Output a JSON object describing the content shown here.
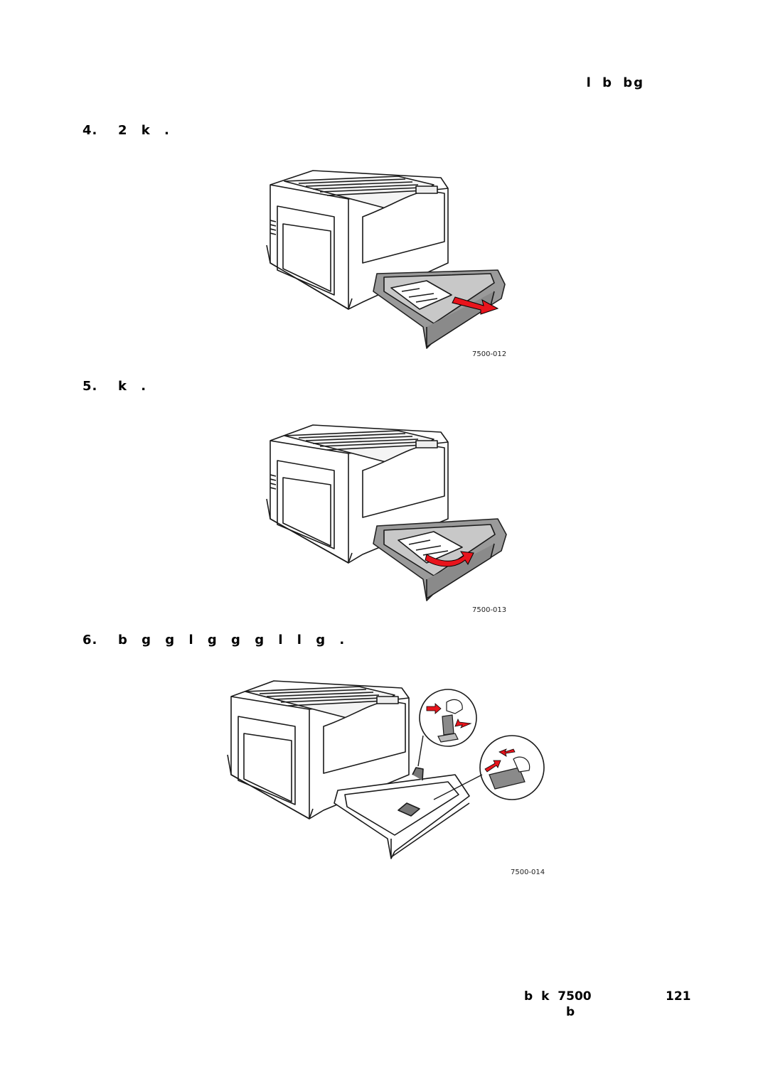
{
  "header": {
    "section": "l b  bg"
  },
  "steps": [
    {
      "number": "4.",
      "text": "2  k  ."
    },
    {
      "number": "5.",
      "text": "k          ."
    },
    {
      "number": "6.",
      "text": "b      g  g l g                                   g  g    l  l  g ."
    }
  ],
  "figures": [
    {
      "caption": "7500-012"
    },
    {
      "caption": "7500-013"
    },
    {
      "caption": "7500-014"
    }
  ],
  "footer": {
    "product": "b  k    7500",
    "page_number": "121",
    "subtitle": "b"
  },
  "colors": {
    "arrow": "#e8141c",
    "ink": "#1a1a1a",
    "tray_gray": "#8a8a8a"
  }
}
